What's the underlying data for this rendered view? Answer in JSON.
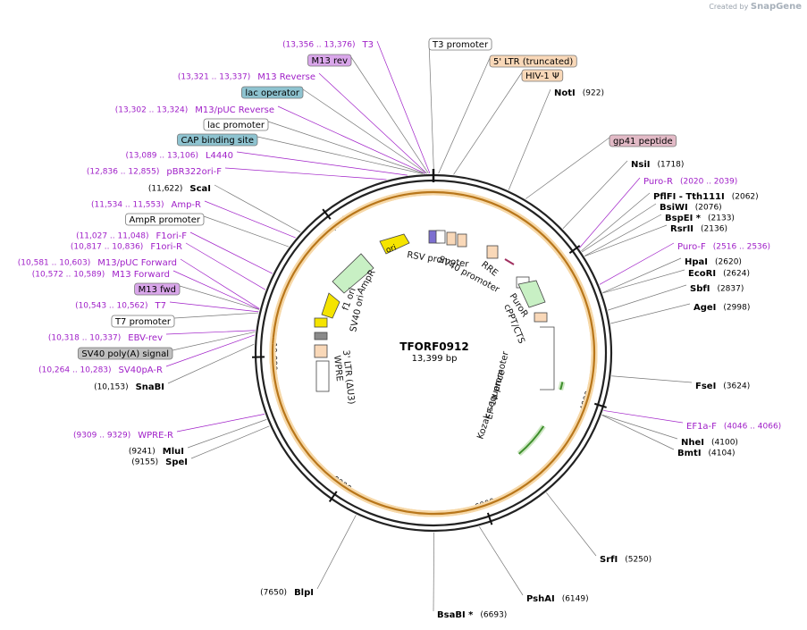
{
  "watermark": {
    "prefix": "Created by",
    "brand": "SnapGene"
  },
  "plasmid": {
    "name": "TFORF0912",
    "length_label": "13,399 bp",
    "length": 13399
  },
  "colors": {
    "enzyme": "#000000",
    "primer": "#a020c8",
    "feature_line": "#777777",
    "ring": "#222222",
    "arrow_yellow": "#f5e400",
    "arrow_green": "#5cb85c",
    "arrow_orange": "#f0a020",
    "ltr": "#f9d8b8",
    "lac": "#8ec3d0",
    "m13": "#d9a6ea",
    "gp41": "#e2bac6",
    "sv40pa": "#c0c0c0"
  },
  "ticks": [
    {
      "pos": 2000,
      "label": "2000"
    },
    {
      "pos": 4000,
      "label": "4000"
    },
    {
      "pos": 6000,
      "label": "6000"
    },
    {
      "pos": 8000,
      "label": "8000"
    },
    {
      "pos": 10000,
      "label": "10,000"
    },
    {
      "pos": 12000,
      "label": "12,000"
    }
  ],
  "labels_left": [
    {
      "pos": 13356,
      "kind": "primer",
      "coords": "(13,356 .. 13,376)",
      "name": "T3"
    },
    {
      "pos": 13340,
      "kind": "m13",
      "coords": "",
      "name": "M13 rev"
    },
    {
      "pos": 13321,
      "kind": "primer",
      "coords": "(13,321 .. 13,337)",
      "name": "M13 Reverse"
    },
    {
      "pos": 13320,
      "kind": "lac",
      "coords": "",
      "name": "lac operator"
    },
    {
      "pos": 13302,
      "kind": "primer",
      "coords": "(13,302 .. 13,324)",
      "name": "M13/pUC Reverse"
    },
    {
      "pos": 13290,
      "kind": "feature",
      "coords": "",
      "name": "lac promoter"
    },
    {
      "pos": 13270,
      "kind": "lac",
      "coords": "",
      "name": "CAP binding site"
    },
    {
      "pos": 13089,
      "kind": "primer",
      "coords": "(13,089 .. 13,106)",
      "name": "L4440"
    },
    {
      "pos": 12836,
      "kind": "primer",
      "coords": "(12,836 .. 12,855)",
      "name": "pBR322ori-F"
    },
    {
      "pos": 11622,
      "kind": "enzyme",
      "coords": "(11,622)",
      "name": "ScaI"
    },
    {
      "pos": 11534,
      "kind": "primer",
      "coords": "(11,534 .. 11,553)",
      "name": "Amp-R"
    },
    {
      "pos": 11400,
      "kind": "feature",
      "coords": "",
      "name": "AmpR promoter"
    },
    {
      "pos": 11027,
      "kind": "primer",
      "coords": "(11,027 .. 11,048)",
      "name": "F1ori-F"
    },
    {
      "pos": 10817,
      "kind": "primer",
      "coords": "(10,817 .. 10,836)",
      "name": "F1ori-R"
    },
    {
      "pos": 10581,
      "kind": "primer",
      "coords": "(10,581 .. 10,603)",
      "name": "M13/pUC Forward"
    },
    {
      "pos": 10572,
      "kind": "primer",
      "coords": "(10,572 .. 10,589)",
      "name": "M13 Forward"
    },
    {
      "pos": 10570,
      "kind": "m13",
      "coords": "",
      "name": "M13 fwd"
    },
    {
      "pos": 10543,
      "kind": "primer",
      "coords": "(10,543 .. 10,562)",
      "name": "T7"
    },
    {
      "pos": 10530,
      "kind": "feature",
      "coords": "",
      "name": "T7 promoter"
    },
    {
      "pos": 10318,
      "kind": "primer",
      "coords": "(10,318 .. 10,337)",
      "name": "EBV-rev"
    },
    {
      "pos": 10300,
      "kind": "sv40pa",
      "coords": "",
      "name": "SV40 poly(A) signal"
    },
    {
      "pos": 10264,
      "kind": "primer",
      "coords": "(10,264 .. 10,283)",
      "name": "SV40pA-R"
    },
    {
      "pos": 10153,
      "kind": "enzyme",
      "coords": "(10,153)",
      "name": "SnaBI"
    },
    {
      "pos": 9309,
      "kind": "primer",
      "coords": "(9309 .. 9329)",
      "name": "WPRE-R"
    },
    {
      "pos": 9241,
      "kind": "enzyme",
      "coords": "(9241)",
      "name": "MluI"
    },
    {
      "pos": 9155,
      "kind": "enzyme",
      "coords": "(9155)",
      "name": "SpeI"
    },
    {
      "pos": 7650,
      "kind": "enzyme",
      "coords": "(7650)",
      "name": "BlpI"
    }
  ],
  "labels_right": [
    {
      "pos": 5,
      "kind": "feature",
      "coords": "",
      "name": "T3 promoter"
    },
    {
      "pos": 60,
      "kind": "ltr",
      "coords": "",
      "name": "5' LTR (truncated)"
    },
    {
      "pos": 240,
      "kind": "ltr",
      "coords": "",
      "name": "HIV-1 Ψ"
    },
    {
      "pos": 922,
      "kind": "enzyme",
      "coords": "(922)",
      "name": "NotI"
    },
    {
      "pos": 1150,
      "kind": "gp41",
      "coords": "",
      "name": "gp41 peptide"
    },
    {
      "pos": 1718,
      "kind": "enzyme",
      "coords": "(1718)",
      "name": "NsiI"
    },
    {
      "pos": 2020,
      "kind": "primer",
      "coords": "(2020 .. 2039)",
      "name": "Puro-R"
    },
    {
      "pos": 2062,
      "kind": "enzyme",
      "coords": "(2062)",
      "name": "PflFI - Tth111I"
    },
    {
      "pos": 2076,
      "kind": "enzyme",
      "coords": "(2076)",
      "name": "BsiWI"
    },
    {
      "pos": 2133,
      "kind": "enzyme",
      "coords": "(2133)",
      "name": "BspEI *"
    },
    {
      "pos": 2136,
      "kind": "enzyme",
      "coords": "(2136)",
      "name": "RsrII"
    },
    {
      "pos": 2516,
      "kind": "primer",
      "coords": "(2516 .. 2536)",
      "name": "Puro-F"
    },
    {
      "pos": 2620,
      "kind": "enzyme",
      "coords": "(2620)",
      "name": "HpaI"
    },
    {
      "pos": 2624,
      "kind": "enzyme",
      "coords": "(2624)",
      "name": "EcoRI"
    },
    {
      "pos": 2837,
      "kind": "enzyme",
      "coords": "(2837)",
      "name": "SbfI"
    },
    {
      "pos": 2998,
      "kind": "enzyme",
      "coords": "(2998)",
      "name": "AgeI"
    },
    {
      "pos": 3624,
      "kind": "enzyme",
      "coords": "(3624)",
      "name": "FseI"
    },
    {
      "pos": 4046,
      "kind": "primer",
      "coords": "(4046 .. 4066)",
      "name": "EF1a-F"
    },
    {
      "pos": 4100,
      "kind": "enzyme",
      "coords": "(4100)",
      "name": "NheI"
    },
    {
      "pos": 4104,
      "kind": "enzyme",
      "coords": "(4104)",
      "name": "BmtI"
    },
    {
      "pos": 5250,
      "kind": "enzyme",
      "coords": "(5250)",
      "name": "SrfI"
    },
    {
      "pos": 6149,
      "kind": "enzyme",
      "coords": "(6149)",
      "name": "PshAI"
    },
    {
      "pos": 6693,
      "kind": "enzyme",
      "coords": "(6693)",
      "name": "BsaBI *"
    }
  ],
  "inner_labels": [
    {
      "name": "RSV promoter"
    },
    {
      "name": "RRE"
    },
    {
      "name": "SV40 promoter"
    },
    {
      "name": "PuroR"
    },
    {
      "name": "cPPT/CTS"
    },
    {
      "name": "EF-1α promoter"
    },
    {
      "name": "Kozak sequence"
    },
    {
      "name": "3' LTR (ΔU3)"
    },
    {
      "name": "WPRE"
    },
    {
      "name": "SV40 ori"
    },
    {
      "name": "f1 ori"
    },
    {
      "name": "AmpR"
    },
    {
      "name": "ori"
    }
  ]
}
